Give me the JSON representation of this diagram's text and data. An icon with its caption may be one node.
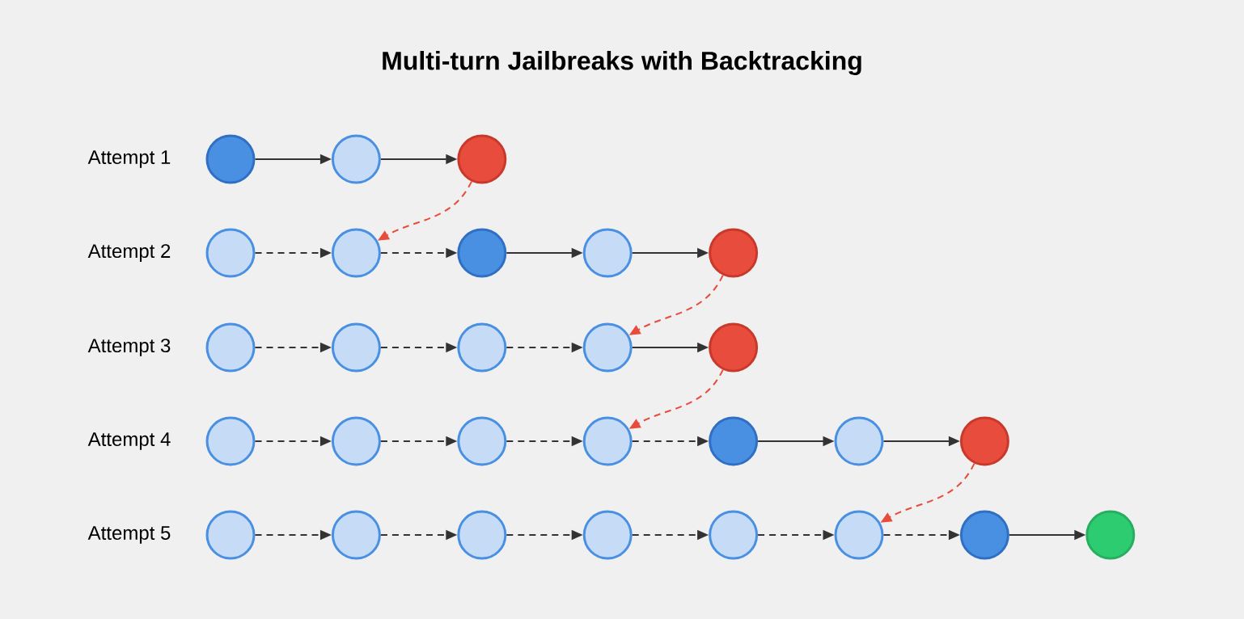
{
  "diagram": {
    "title": "Multi-turn Jailbreaks with Backtracking",
    "nodes": [
      {
        "text": [],
        "shape": "circle"
      },
      {
        "text": [],
        "shape": "circle"
      },
      {
        "text": [],
        "shape": "circle"
      },
      {
        "text": [],
        "shape": "circle"
      },
      {
        "text": [],
        "shape": "circle"
      },
      {
        "text": [],
        "shape": "circle"
      },
      {
        "text": [],
        "shape": "circle"
      },
      {
        "text": [],
        "shape": "circle"
      },
      {
        "text": [],
        "shape": "circle"
      },
      {
        "text": [],
        "shape": "circle"
      },
      {
        "text": [],
        "shape": "circle"
      },
      {
        "text": [],
        "shape": "circle"
      },
      {
        "text": [],
        "shape": "circle"
      },
      {
        "text": [],
        "shape": "circle"
      },
      {
        "text": [],
        "shape": "circle"
      },
      {
        "text": [],
        "shape": "circle"
      },
      {
        "text": [],
        "shape": "circle"
      },
      {
        "text": [],
        "shape": "circle"
      },
      {
        "text": [],
        "shape": "circle"
      },
      {
        "text": [],
        "shape": "circle"
      },
      {
        "text": [],
        "shape": "circle"
      },
      {
        "text": [],
        "shape": "circle"
      },
      {
        "text": [],
        "shape": "circle"
      },
      {
        "text": [],
        "shape": "circle"
      },
      {
        "text": [],
        "shape": "circle"
      },
      {
        "text": [],
        "shape": "circle"
      },
      {
        "text": [],
        "shape": "circle"
      },
      {
        "text": [],
        "shape": "circle"
      }
    ],
    "edges": [
      {
        "from": 0,
        "to": 1,
        "arrow": "to"
      },
      {
        "from": 1,
        "to": 2,
        "arrow": "to"
      },
      {
        "from": 2,
        "to": 4,
        "arrow": "to",
        "style": "dashed",
        "color": "#e74c3c"
      },
      {
        "from": 3,
        "to": 4,
        "arrow": "to",
        "style": "dashed"
      },
      {
        "from": 4,
        "to": 5,
        "arrow": "to",
        "style": "dashed"
      },
      {
        "from": 5,
        "to": 6,
        "arrow": "to"
      },
      {
        "from": 6,
        "to": 7,
        "arrow": "to"
      },
      {
        "from": 7,
        "to": 11,
        "arrow": "to",
        "style": "dashed",
        "color": "#e74c3c"
      },
      {
        "from": 8,
        "to": 9,
        "arrow": "to",
        "style": "dashed"
      },
      {
        "from": 9,
        "to": 10,
        "arrow": "to",
        "style": "dashed"
      },
      {
        "from": 10,
        "to": 11,
        "arrow": "to",
        "style": "dashed"
      },
      {
        "from": 11,
        "to": 12,
        "arrow": "to"
      },
      {
        "from": 12,
        "to": 16,
        "arrow": "to",
        "style": "dashed",
        "color": "#e74c3c"
      },
      {
        "from": 13,
        "to": 14,
        "arrow": "to",
        "style": "dashed"
      },
      {
        "from": 14,
        "to": 15,
        "arrow": "to",
        "style": "dashed"
      },
      {
        "from": 15,
        "to": 16,
        "arrow": "to",
        "style": "dashed"
      },
      {
        "from": 16,
        "to": 17,
        "arrow": "to",
        "style": "dashed"
      },
      {
        "from": 17,
        "to": 18,
        "arrow": "to"
      },
      {
        "from": 18,
        "to": 19,
        "arrow": "to"
      },
      {
        "from": 19,
        "to": 25,
        "arrow": "to",
        "style": "dashed",
        "color": "#e74c3c"
      },
      {
        "from": 20,
        "to": 21,
        "arrow": "to",
        "style": "dashed"
      },
      {
        "from": 21,
        "to": 22,
        "arrow": "to",
        "style": "dashed"
      },
      {
        "from": 22,
        "to": 23,
        "arrow": "to",
        "style": "dashed"
      },
      {
        "from": 23,
        "to": 24,
        "arrow": "to",
        "style": "dashed"
      },
      {
        "from": 24,
        "to": 25,
        "arrow": "to",
        "style": "dashed"
      },
      {
        "from": 25,
        "to": 26,
        "arrow": "to",
        "style": "dashed"
      },
      {
        "from": 26,
        "to": 27,
        "arrow": "to"
      }
    ],
    "labels": [
      "Attempt 1",
      "Attempt 2",
      "Attempt 3",
      "Attempt 4",
      "Attempt 5"
    ]
  }
}
